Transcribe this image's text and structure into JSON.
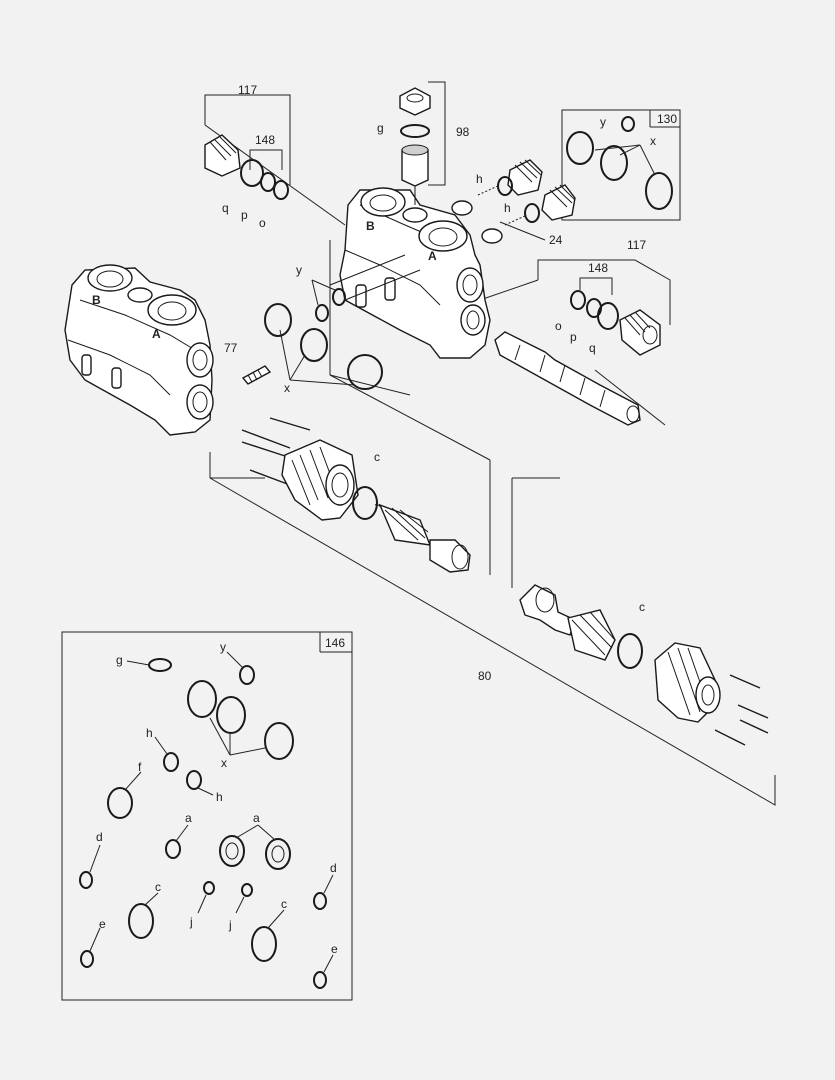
{
  "labels": {
    "l117a": "117",
    "l148a": "148",
    "q1": "q",
    "p1": "p",
    "o1": "o",
    "g1": "g",
    "l98": "98",
    "y1": "y",
    "l130": "130",
    "x1": "x",
    "h1": "h",
    "h2": "h",
    "l24": "24",
    "l117b": "117",
    "l148b": "148",
    "o2": "o",
    "p2": "p",
    "q2": "q",
    "y2": "y",
    "x2": "x",
    "l77": "77",
    "c1": "c",
    "c2": "c",
    "l80": "80",
    "l146": "146",
    "kg": "g",
    "ky": "y",
    "kx": "x",
    "kh1": "h",
    "kh2": "h",
    "kf": "f",
    "kd1": "d",
    "ka1": "a",
    "ka2": "a",
    "kc1": "c",
    "kj1": "j",
    "kj2": "j",
    "kc2": "c",
    "kd2": "d",
    "ke1": "e",
    "ke2": "e"
  },
  "port_marks": {
    "b_main": "B",
    "a_main": "A",
    "b_left": "B",
    "a_left": "A"
  }
}
